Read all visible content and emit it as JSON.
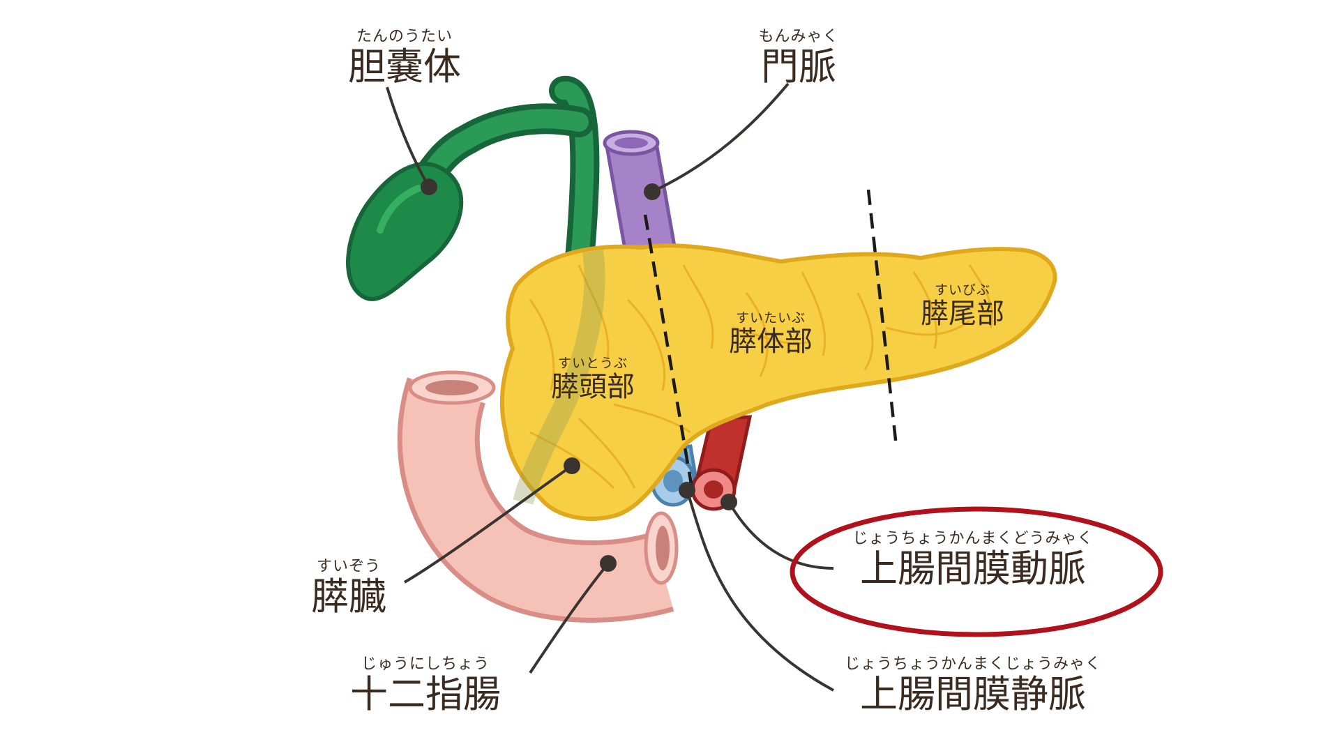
{
  "labels": {
    "gallbladder": {
      "ruby": "たんのうたい",
      "text": "胆嚢体"
    },
    "portal_vein": {
      "ruby": "もんみゃく",
      "text": "門脈"
    },
    "pancreas_tail": {
      "ruby": "すいびぶ",
      "text": "膵尾部"
    },
    "pancreas_body": {
      "ruby": "すいたいぶ",
      "text": "膵体部"
    },
    "pancreas_head": {
      "ruby": "すいとうぶ",
      "text": "膵頭部"
    },
    "sma": {
      "ruby": "じょうちょうかんまくどうみゃく",
      "text": "上腸間膜動脈"
    },
    "pancreas": {
      "ruby": "すいぞう",
      "text": "膵臓"
    },
    "duodenum": {
      "ruby": "じゅうにしちょう",
      "text": "十二指腸"
    },
    "smv": {
      "ruby": "じょうちょうかんまくじょうみゃく",
      "text": "上腸間膜静脈"
    }
  },
  "colors": {
    "gallbladder": "#1e8a4a",
    "portal_vein": "#a682c9",
    "pancreas": "#f6cf45",
    "pancreas_outline": "#e0a81c",
    "duodenum": "#f6c2b8",
    "artery": "#c0302c",
    "vein": "#7fb2d8",
    "highlight_ring": "#b0111a",
    "leader": "#3a3430"
  }
}
